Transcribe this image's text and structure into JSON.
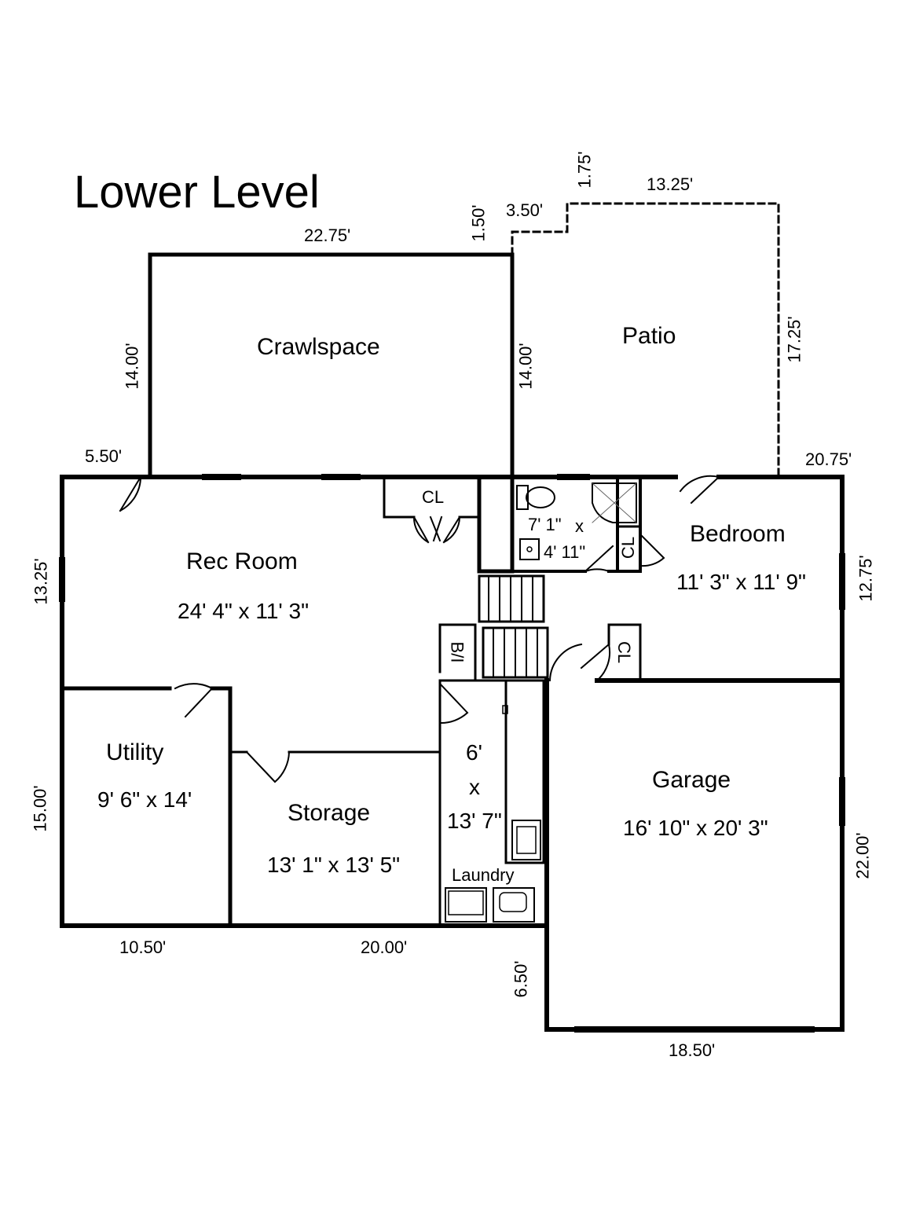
{
  "title": "Lower Level",
  "rooms": {
    "crawlspace": {
      "name": "Crawlspace"
    },
    "patio": {
      "name": "Patio"
    },
    "rec_room": {
      "name": "Rec Room",
      "size": "24' 4\" x 11' 3\""
    },
    "bathroom": {
      "size_a": "7' 1\"",
      "x": "x",
      "size_b": "4' 11\""
    },
    "bedroom": {
      "name": "Bedroom",
      "size": "11' 3\" x 11' 9\""
    },
    "utility": {
      "name": "Utility",
      "size": "9' 6\" x 14'"
    },
    "storage": {
      "name": "Storage",
      "size": "13' 1\" x 13' 5\""
    },
    "hall": {
      "line1": "6'",
      "line2": "x",
      "line3": "13' 7\""
    },
    "laundry": {
      "name": "Laundry"
    },
    "garage": {
      "name": "Garage",
      "size": "16' 10\" x 20' 3\""
    }
  },
  "closets": {
    "rec_closet": "CL",
    "bath_closet": "CL",
    "stair_closet": "CL",
    "built_in": "B/I"
  },
  "dimensions": {
    "crawl_top": "22.75'",
    "crawl_left": "14.00'",
    "crawl_right": "14.00'",
    "patio_step_v": "1.50'",
    "patio_step_h": "3.50'",
    "patio_step_v2": "1.75'",
    "patio_top": "13.25'",
    "patio_right": "17.25'",
    "left_top_step": "5.50'",
    "right_top": "20.75'",
    "rec_left": "13.25'",
    "bed_right": "12.75'",
    "utility_left": "15.00'",
    "garage_right": "22.00'",
    "utility_bottom": "10.50'",
    "storage_bottom": "20.00'",
    "garage_left_step": "6.50'",
    "garage_bottom": "18.50'"
  }
}
